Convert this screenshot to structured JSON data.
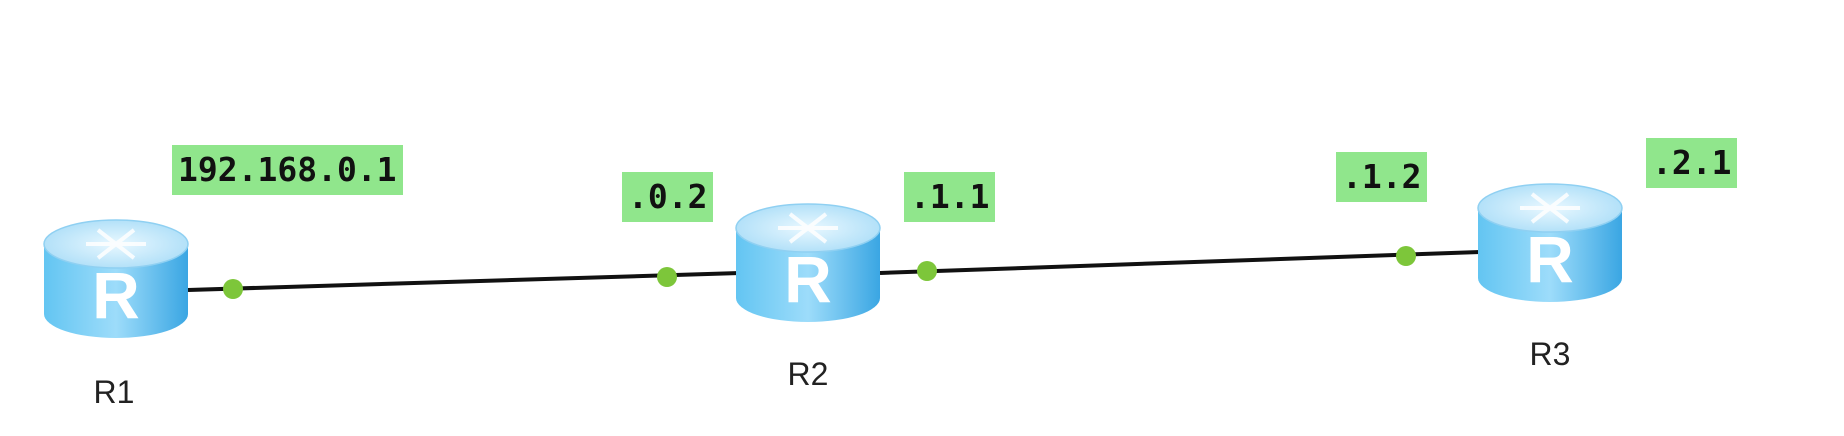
{
  "routers": [
    {
      "id": "r1",
      "name": "R1"
    },
    {
      "id": "r2",
      "name": "R2"
    },
    {
      "id": "r3",
      "name": "R3"
    }
  ],
  "links": [
    {
      "from": "R1",
      "to": "R2"
    },
    {
      "from": "R2",
      "to": "R3"
    }
  ],
  "interfaces": {
    "r1_r2": "192.168.0.1",
    "r2_r1": ".0.2",
    "r2_r3": ".1.1",
    "r3_r2": ".1.2",
    "r3_extra": ".2.1"
  },
  "router_icon": {
    "glyph": "R",
    "name": "router-icon"
  },
  "colors": {
    "label_bg": "#90e68c",
    "link": "#111111",
    "port": "#7dc63a",
    "router_top": "#c4ecff",
    "router_body": "#4fb6ee"
  }
}
